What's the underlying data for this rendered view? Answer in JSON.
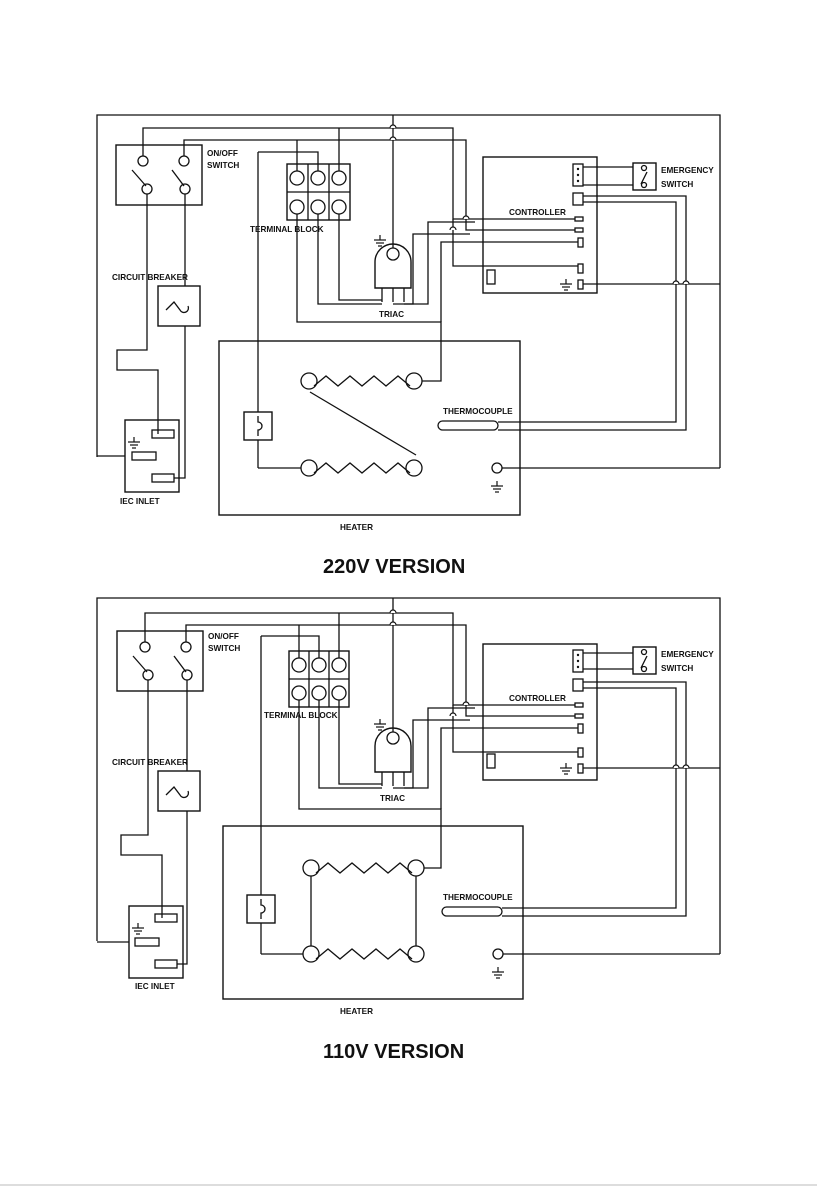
{
  "diagrams": [
    {
      "title": "220V VERSION",
      "labels": {
        "switch": "ON/OFF\nSWITCH",
        "terminal_block": "TERMINAL BLOCK",
        "circuit_breaker": "CIRCUIT BREAKER",
        "iec_inlet": "IEC INLET",
        "triac": "TRIAC",
        "controller": "CONTROLLER",
        "emergency_switch": "EMERGENCY\nSWITCH",
        "thermocouple": "THERMOCOUPLE",
        "heater": "HEATER"
      }
    },
    {
      "title": "110V VERSION",
      "labels": {
        "switch": "ON/OFF\nSWITCH",
        "terminal_block": "TERMINAL BLOCK",
        "circuit_breaker": "CIRCUIT BREAKER",
        "iec_inlet": "IEC INLET",
        "triac": "TRIAC",
        "controller": "CONTROLLER",
        "emergency_switch": "EMERGENCY\nSWITCH",
        "thermocouple": "THERMOCOUPLE",
        "heater": "HEATER"
      }
    }
  ]
}
